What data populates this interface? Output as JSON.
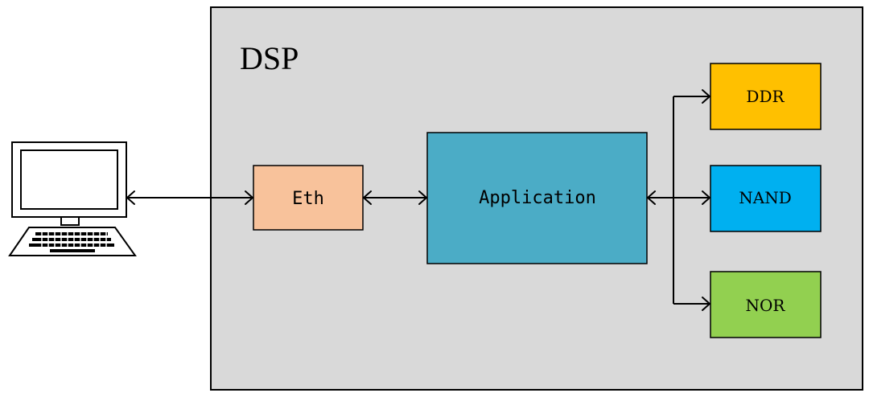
{
  "dsp": {
    "title": "DSP",
    "background": "#d9d9d9"
  },
  "blocks": {
    "eth": {
      "label": "Eth",
      "color": "#f8c29b"
    },
    "application": {
      "label": "Application",
      "color": "#4bacc6"
    },
    "ddr": {
      "label": "DDR",
      "color": "#ffc000"
    },
    "nand": {
      "label": "NAND",
      "color": "#00b0f0"
    },
    "nor": {
      "label": "NOR",
      "color": "#92d050"
    }
  },
  "host": {
    "icon": "computer-icon"
  }
}
